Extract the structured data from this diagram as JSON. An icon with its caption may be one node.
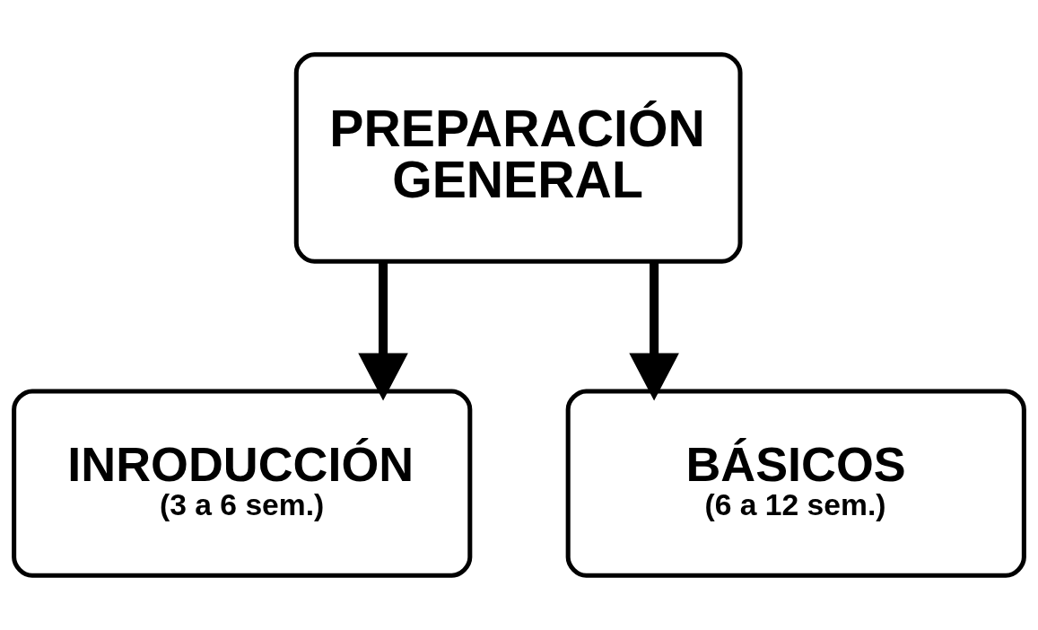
{
  "diagram": {
    "nodes": [
      {
        "text": [
          "PREPARACIÓN GENERAL"
        ]
      },
      {
        "text": [
          "INRODUCCIÓN",
          "(3 a 6 sem.)"
        ]
      },
      {
        "text": [
          "BÁSICOS",
          "(6 a 12 sem.)"
        ]
      }
    ],
    "edges": [
      {
        "from": 0,
        "to": 1,
        "arrow": "to"
      },
      {
        "from": 0,
        "to": 2,
        "arrow": "to"
      }
    ]
  }
}
